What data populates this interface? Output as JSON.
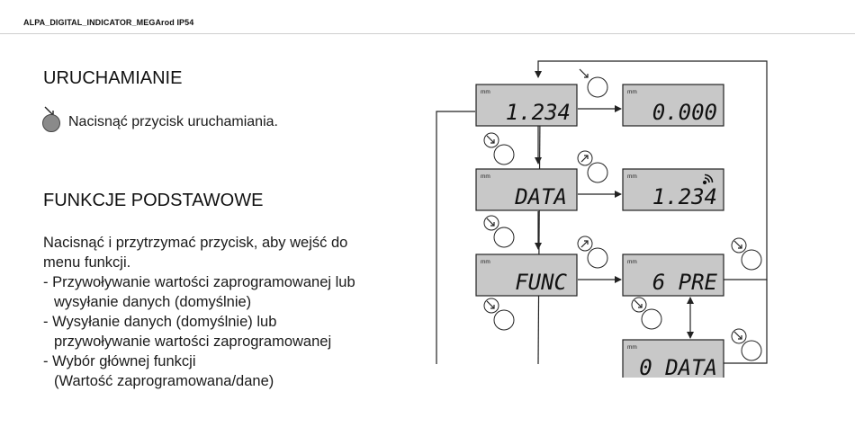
{
  "header": {
    "title": "ALPA_DIGITAL_INDICATOR_MEGArod IP54"
  },
  "section_start": {
    "title": "URUCHAMIANIE",
    "instruction": "Nacisnąć przycisk uruchamiania."
  },
  "section_functions": {
    "title": "FUNKCJE PODSTAWOWE",
    "lines": [
      "Nacisnąć i przytrzymać przycisk, aby wejść do",
      "menu funkcji.",
      "- Przywoływanie wartości zaprogramowanej lub",
      "wysyłanie danych (domyślnie)",
      "- Wysyłanie danych (domyślnie) lub",
      "przywoływanie wartości zaprogramowanej",
      "- Wybór głównej funkcji",
      "(Wartość zaprogramowana/dane)"
    ]
  },
  "diagram": {
    "displays": {
      "start": {
        "unit": "mm",
        "value": "1.234"
      },
      "zero": {
        "unit": "mm",
        "value": "0.000"
      },
      "data": {
        "unit": "mm",
        "value": "DATA"
      },
      "sent": {
        "unit": "mm",
        "value": "1.234"
      },
      "func": {
        "unit": "mm",
        "value": "FUNC"
      },
      "pre": {
        "unit": "mm",
        "value": "6 PRE"
      },
      "odata": {
        "unit": "mm",
        "value": "0 DATA"
      }
    }
  },
  "colors": {
    "lcd_fill": "#c8c8c8",
    "lcd_stroke": "#222222",
    "line": "#222222"
  }
}
